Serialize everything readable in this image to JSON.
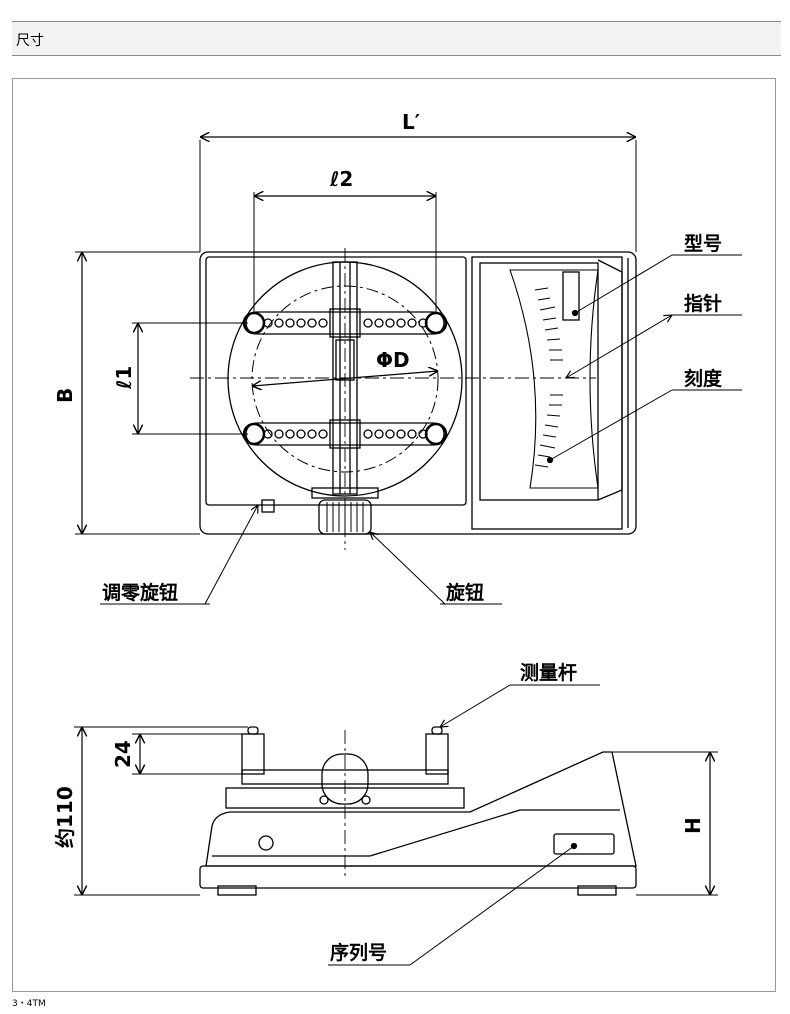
{
  "header": {
    "title": "尺寸"
  },
  "footer": {
    "text": "3・4TM"
  },
  "top_view": {
    "dims": {
      "length": "L′",
      "pitch2": "ℓ2",
      "pitch1": "ℓ1",
      "diameter": "ΦD",
      "depth": "B"
    },
    "callouts": {
      "model": "型号",
      "pointer": "指针",
      "scale": "刻度",
      "zero_knob": "调零旋钮",
      "knob": "旋钮"
    }
  },
  "side_view": {
    "dims": {
      "pin_height": "24",
      "total_height": "约110",
      "height": "H"
    },
    "callouts": {
      "probe": "测量杆",
      "serial": "序列号"
    }
  }
}
